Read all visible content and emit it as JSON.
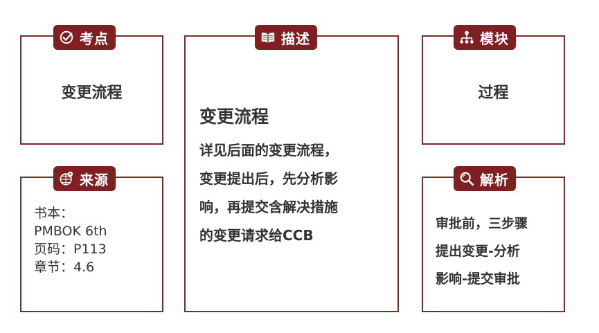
{
  "cards": {
    "kaodian": {
      "label": "考点",
      "icon": "checkmark-circle-icon",
      "content": "变更流程"
    },
    "miaoshu": {
      "label": "描述",
      "icon": "open-book-icon",
      "title": "变更流程",
      "lines": [
        "详见后面的变更流程，",
        "变更提出后，先分析影",
        "响，再提交含解决措施",
        "的变更请求给CCB"
      ]
    },
    "mokuai": {
      "label": "模块",
      "icon": "network-hierarchy-icon",
      "content": "过程"
    },
    "laiyuan": {
      "label": "来源",
      "icon": "globe-pin-icon",
      "lines": [
        "书本：",
        "PMBOK 6th",
        "页码：P113",
        "章节：4.6"
      ]
    },
    "jiexi": {
      "label": "解析",
      "icon": "magnifier-icon",
      "lines": [
        "审批前，三步骤",
        "提出变更-分析",
        "影响-提交审批"
      ]
    }
  },
  "colors": {
    "accent": "#7f1f22",
    "border": "#7a2a2a",
    "text": "#333333"
  }
}
